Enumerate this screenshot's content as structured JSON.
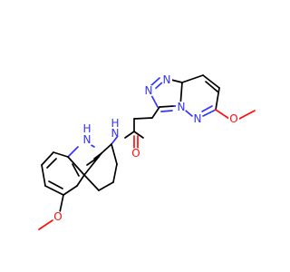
{
  "molecule": {
    "atom_labels": {
      "n_tr1": "N",
      "n_tr2": "N",
      "n_tr3": "N",
      "n_pyr": "N",
      "o_pyr": "O",
      "o_amide": "O",
      "nh_amide": "N",
      "h_amide": "H",
      "nh_indole": "N",
      "h_indole": "H",
      "o_carb": "O"
    },
    "colors": {
      "carbon": "#000000",
      "nitrogen": "#3333ff",
      "oxygen": "#ff0d0d"
    }
  }
}
